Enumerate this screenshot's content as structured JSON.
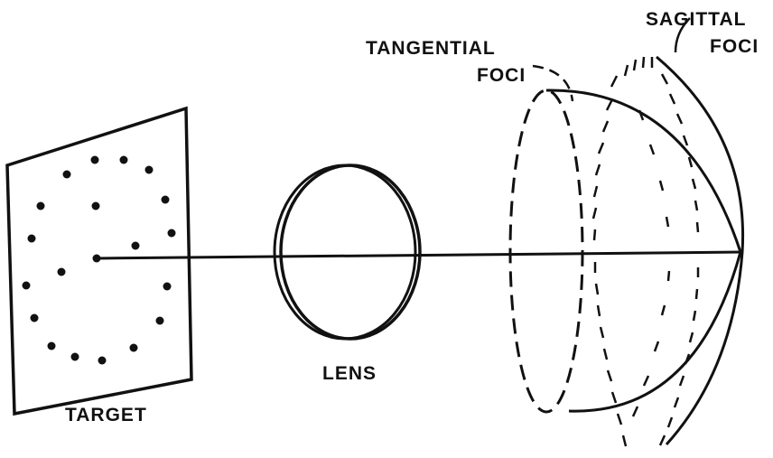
{
  "labels": {
    "target": "TARGET",
    "lens": "LENS",
    "tangential_line1": "TANGENTIAL",
    "tangential_line2": "FOCI",
    "sagittal_line1": "SAGITTAL",
    "sagittal_line2": "FOCI"
  },
  "colors": {
    "ink": "#111111",
    "background": "#ffffff"
  }
}
